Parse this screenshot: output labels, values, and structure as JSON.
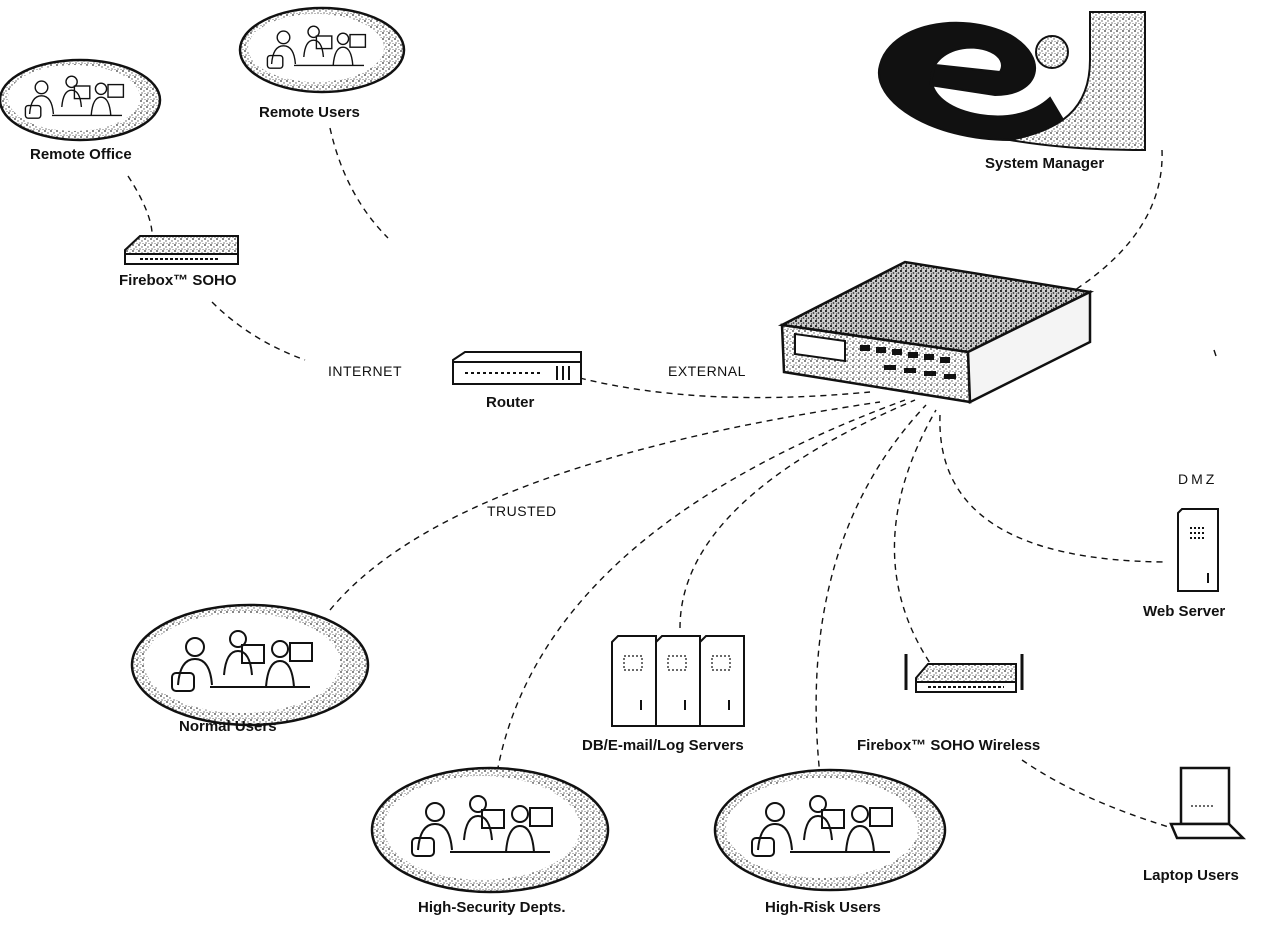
{
  "nodes": {
    "remote_office": "Remote Office",
    "remote_users": "Remote Users",
    "system_manager": "System Manager",
    "firebox_soho": "Firebox™ SOHO",
    "router": "Router",
    "web_server": "Web Server",
    "normal_users": "Normal Users",
    "db_servers": "DB/E-mail/Log Servers",
    "firebox_soho_wireless": "Firebox™ SOHO Wireless",
    "high_security": "High-Security Depts.",
    "high_risk": "High-Risk Users",
    "laptop_users": "Laptop Users"
  },
  "zones": {
    "internet": "INTERNET",
    "external": "EXTERNAL",
    "trusted": "TRUSTED",
    "dmz": "DMZ"
  },
  "colors": {
    "ink": "#111111",
    "ellipse_fill": "#ffffff",
    "speckle": "#555555"
  }
}
